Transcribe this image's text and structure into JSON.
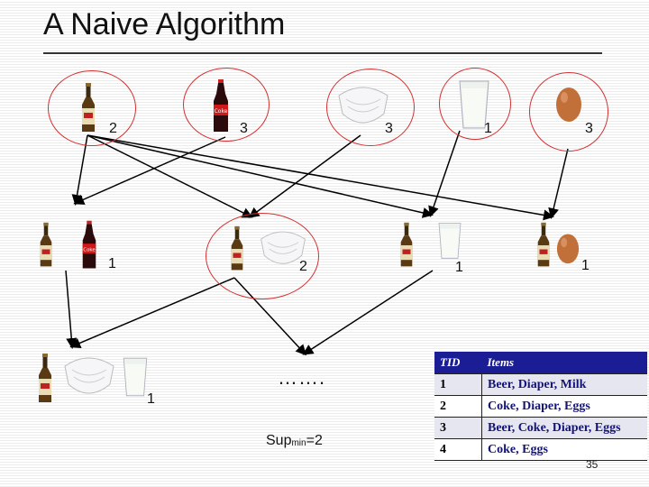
{
  "slide": {
    "title": "A Naive Algorithm",
    "page_number": "35"
  },
  "level1": [
    {
      "items": [
        "beer"
      ],
      "count": "2"
    },
    {
      "items": [
        "coke"
      ],
      "count": "3"
    },
    {
      "items": [
        "diaper"
      ],
      "count": "3"
    },
    {
      "items": [
        "milk"
      ],
      "count": "1"
    },
    {
      "items": [
        "eggs"
      ],
      "count": "3"
    }
  ],
  "level2": [
    {
      "items": [
        "beer",
        "coke"
      ],
      "count": "1"
    },
    {
      "items": [
        "beer",
        "diaper"
      ],
      "count": "2"
    },
    {
      "items": [
        "beer",
        "milk"
      ],
      "count": "1"
    },
    {
      "items": [
        "beer",
        "eggs"
      ],
      "count": "1"
    }
  ],
  "level3": [
    {
      "items": [
        "beer",
        "diaper",
        "milk"
      ],
      "count": "1"
    }
  ],
  "ellipsis": "…….",
  "support": {
    "prefix": "Sup",
    "sub": "min",
    "suffix": "=2"
  },
  "table": {
    "headers": [
      "TID",
      "Items"
    ],
    "rows": [
      [
        "1",
        "Beer, Diaper, Milk"
      ],
      [
        "2",
        "Coke, Diaper, Eggs"
      ],
      [
        "3",
        "Beer, Coke, Diaper, Eggs"
      ],
      [
        "4",
        "Coke, Eggs"
      ]
    ]
  },
  "colors": {
    "circle": "#d43030",
    "table_header": "#1a1d94",
    "table_text": "#13137a"
  }
}
